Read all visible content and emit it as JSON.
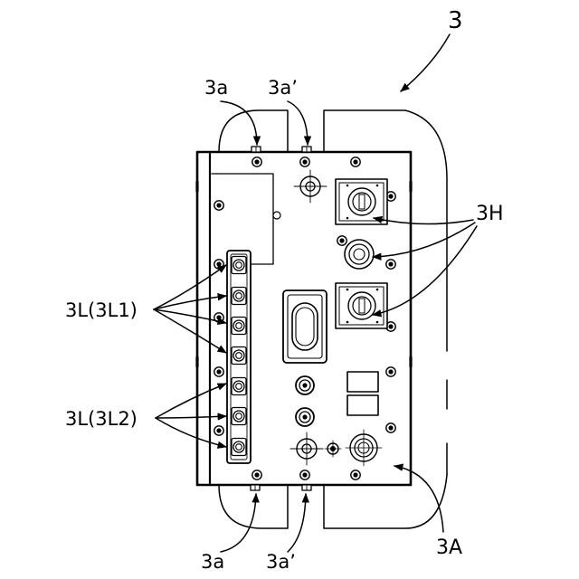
{
  "labels": {
    "figure_ref": "3",
    "mount_top_left": "3a",
    "mount_top_right": "3a’",
    "mount_bottom_left": "3a",
    "mount_bottom_right": "3a’",
    "connector_group_h": "3H",
    "lamp_group_1": "3L(3L1)",
    "lamp_group_2": "3L(3L2)",
    "panel_body": "3A"
  },
  "style": {
    "stroke": "#000000",
    "background": "#ffffff"
  }
}
